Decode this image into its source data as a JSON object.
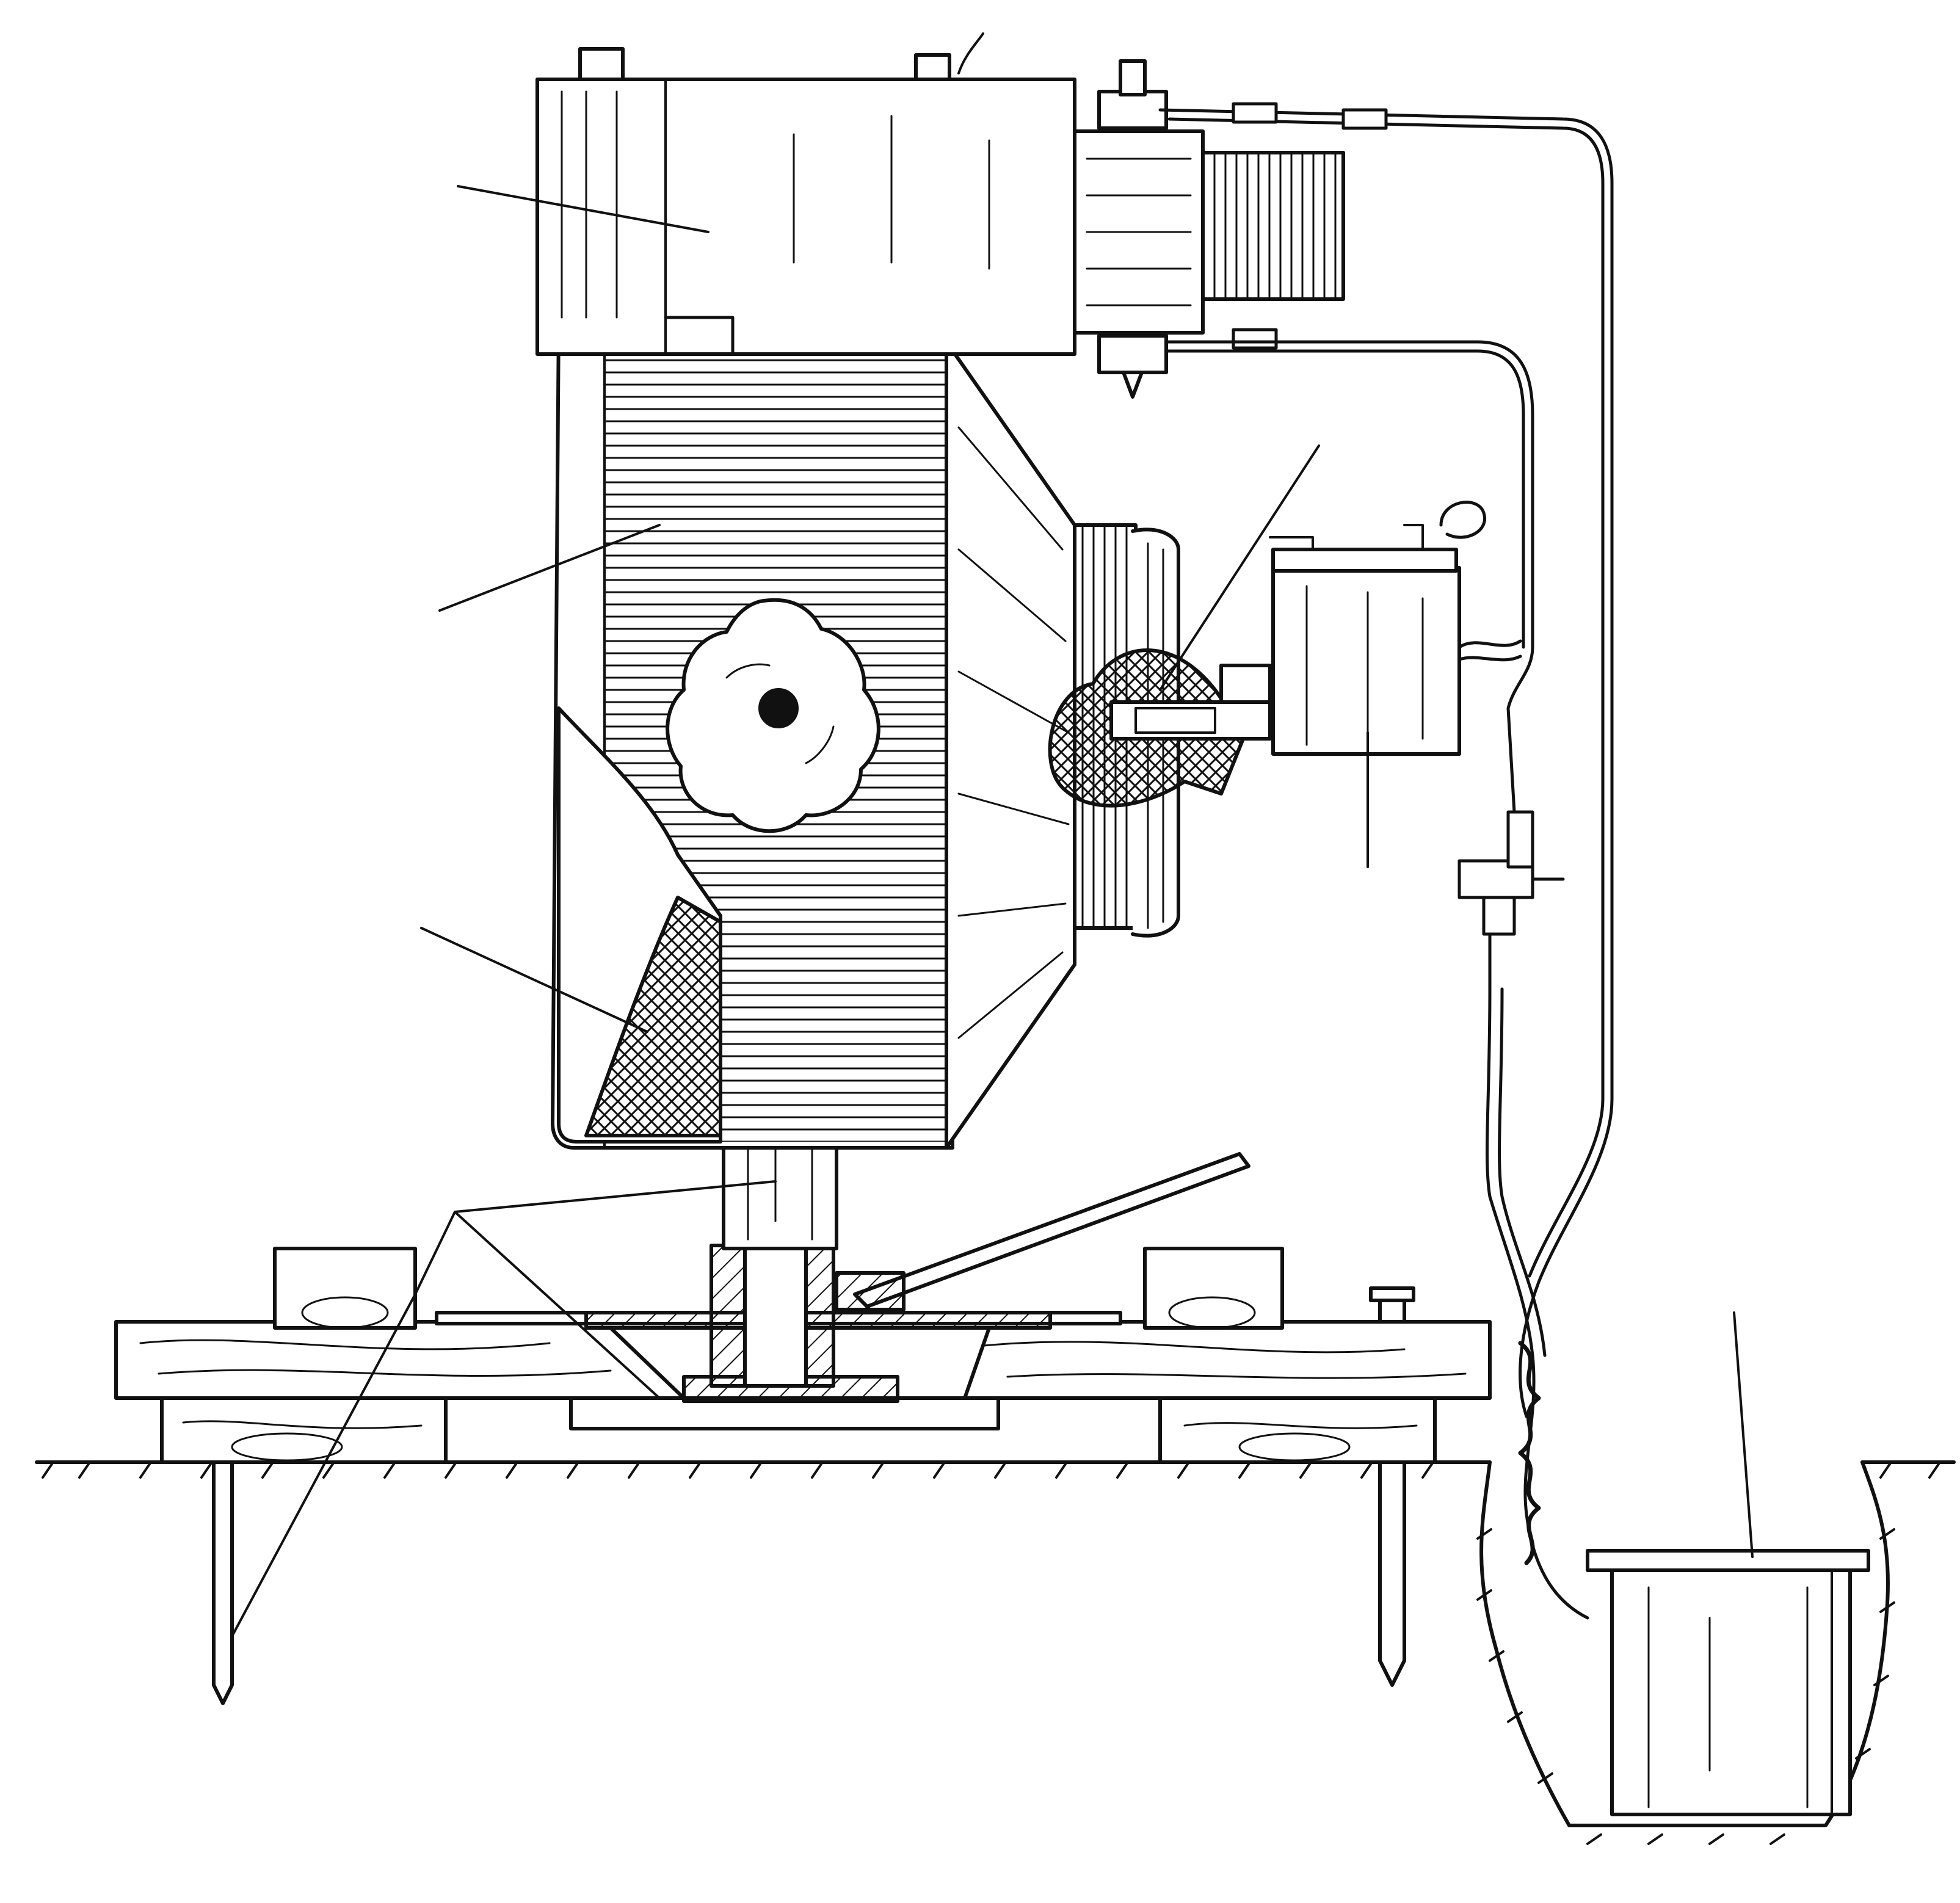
{
  "figure": {
    "style": "black-and-white line engraving",
    "background": "#ffffff",
    "ink": "#111111",
    "printed_text": []
  },
  "components": [
    {
      "id": "motor-housing",
      "icon": "box-housing"
    },
    {
      "id": "reel-drum",
      "icon": "ribbed-drum"
    },
    {
      "id": "cutaway-mesh",
      "icon": "crosshatch-section"
    },
    {
      "id": "handwheel",
      "icon": "star-knob"
    },
    {
      "id": "vertical-shaft",
      "icon": "pillar"
    },
    {
      "id": "lever-arm",
      "icon": "rod"
    },
    {
      "id": "timber-base",
      "icon": "wood-beam"
    },
    {
      "id": "ground-stakes",
      "icon": "spike"
    },
    {
      "id": "sprinkler-head",
      "icon": "nozzle"
    },
    {
      "id": "controller-box",
      "icon": "box-with-terminals"
    },
    {
      "id": "cable-run",
      "icon": "cable"
    },
    {
      "id": "buried-tank",
      "icon": "cylinder-vessel"
    }
  ],
  "leader_lines": 8
}
